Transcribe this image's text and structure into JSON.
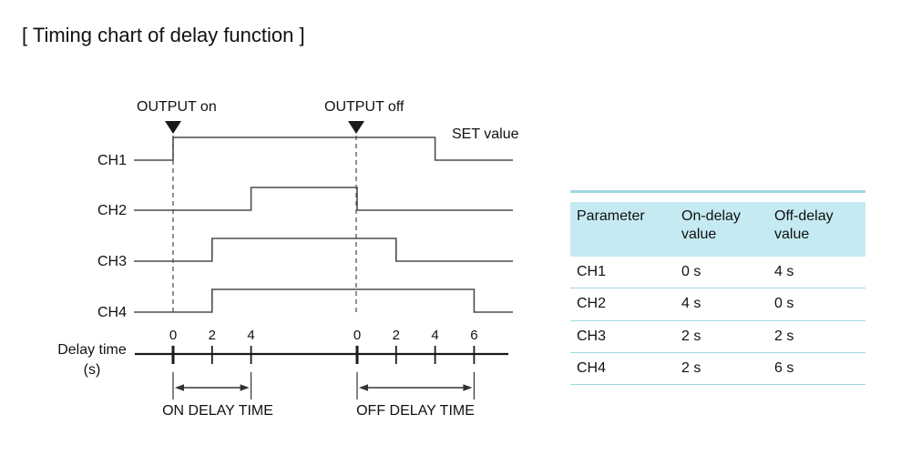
{
  "title": "[ Timing chart of delay function ]",
  "diagram": {
    "output_on_label": "OUTPUT on",
    "output_off_label": "OUTPUT off",
    "set_value_label": "SET value",
    "axis_label": "Delay time",
    "axis_unit": "(s)",
    "on_delay_caption": "ON DELAY TIME",
    "off_delay_caption": "OFF DELAY TIME",
    "on_axis_ticks": [
      "0",
      "2",
      "4"
    ],
    "off_axis_ticks": [
      "0",
      "2",
      "4",
      "6"
    ],
    "line_color": "#4d4d4d",
    "marker_color": "#1a1a1a",
    "dash_color": "#555555",
    "arrow_color": "#333333"
  },
  "chart_data": {
    "type": "timing",
    "title": "Timing chart of delay function",
    "time_unit": "s",
    "events": [
      {
        "name": "OUTPUT on",
        "axis_ticks_s": [
          0,
          2,
          4
        ]
      },
      {
        "name": "OUTPUT off",
        "axis_ticks_s": [
          0,
          2,
          4,
          6
        ]
      }
    ],
    "channels": [
      {
        "name": "CH1",
        "on_delay_s": 0,
        "off_delay_s": 4
      },
      {
        "name": "CH2",
        "on_delay_s": 4,
        "off_delay_s": 0
      },
      {
        "name": "CH3",
        "on_delay_s": 2,
        "off_delay_s": 2
      },
      {
        "name": "CH4",
        "on_delay_s": 2,
        "off_delay_s": 6
      }
    ]
  },
  "table": {
    "header": {
      "parameter": "Parameter",
      "on_delay": "On-delay value",
      "off_delay": "Off-delay value"
    },
    "header_bg": "#c5eaf2",
    "divider_color": "#9ed7e6",
    "rows": [
      {
        "parameter": "CH1",
        "on_delay": "0 s",
        "off_delay": "4 s"
      },
      {
        "parameter": "CH2",
        "on_delay": "4 s",
        "off_delay": "0 s"
      },
      {
        "parameter": "CH3",
        "on_delay": "2 s",
        "off_delay": "2 s"
      },
      {
        "parameter": "CH4",
        "on_delay": "2 s",
        "off_delay": "6 s"
      }
    ]
  }
}
